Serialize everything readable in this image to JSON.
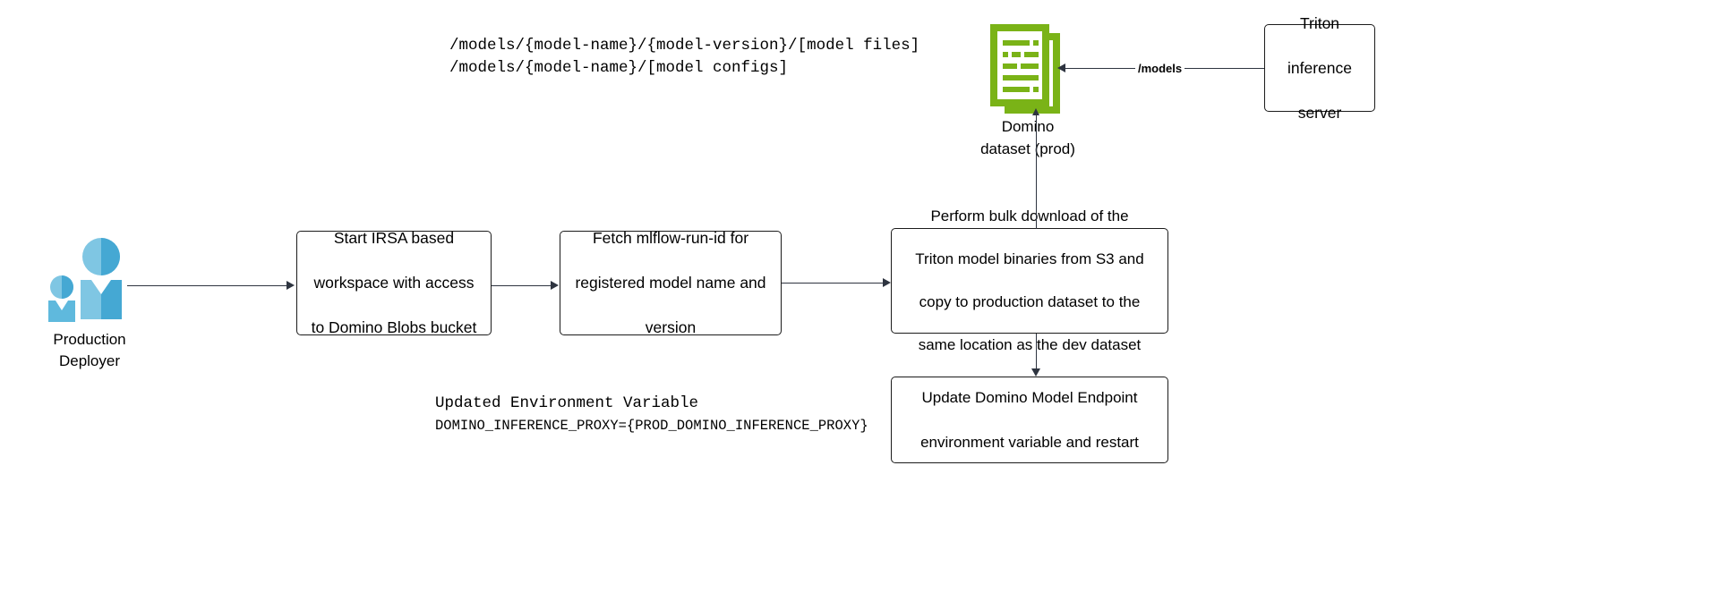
{
  "diagram": {
    "title": "Production model deployment flow",
    "colors": {
      "line": "#2e3440",
      "box_border": "#1b1b1b",
      "dataset_green": "#7ab317",
      "person_blue_light": "#7fc6e3",
      "person_blue_dark": "#45a8d3"
    },
    "actor": {
      "icon": "two-users-icon",
      "label_line1": "Production",
      "label_line2": "Deployer"
    },
    "steps": [
      {
        "id": "start-irsa-workspace",
        "lines": [
          "Start IRSA based",
          "workspace with access",
          "to Domino Blobs bucket"
        ]
      },
      {
        "id": "fetch-mlflow-run-id",
        "lines": [
          "Fetch mlflow-run-id for",
          "registered model name and",
          "version"
        ]
      },
      {
        "id": "bulk-download",
        "lines": [
          "Perform bulk download of the",
          "Triton model binaries from S3 and",
          "copy to production dataset to the",
          "same location as the dev dataset"
        ]
      },
      {
        "id": "update-model-endpoint",
        "lines": [
          "Update Domino Model Endpoint",
          "environment variable and restart"
        ]
      }
    ],
    "dataset": {
      "icon": "documents-icon",
      "label_line1": "Domino",
      "label_line2": "dataset (prod)"
    },
    "triton": {
      "id": "triton-inference-server",
      "lines": [
        "Triton",
        "inference",
        "server"
      ]
    },
    "annotations": {
      "model_paths": [
        "/models/{model-name}/{model-version}/[model files]",
        "/models/{model-name}/[model configs]"
      ],
      "env_var_title": "Updated Environment Variable",
      "env_var_value": "DOMINO_INFERENCE_PROXY={PROD_DOMINO_INFERENCE_PROXY}"
    },
    "edges": [
      {
        "id": "triton-to-dataset",
        "label": "/models"
      }
    ]
  }
}
